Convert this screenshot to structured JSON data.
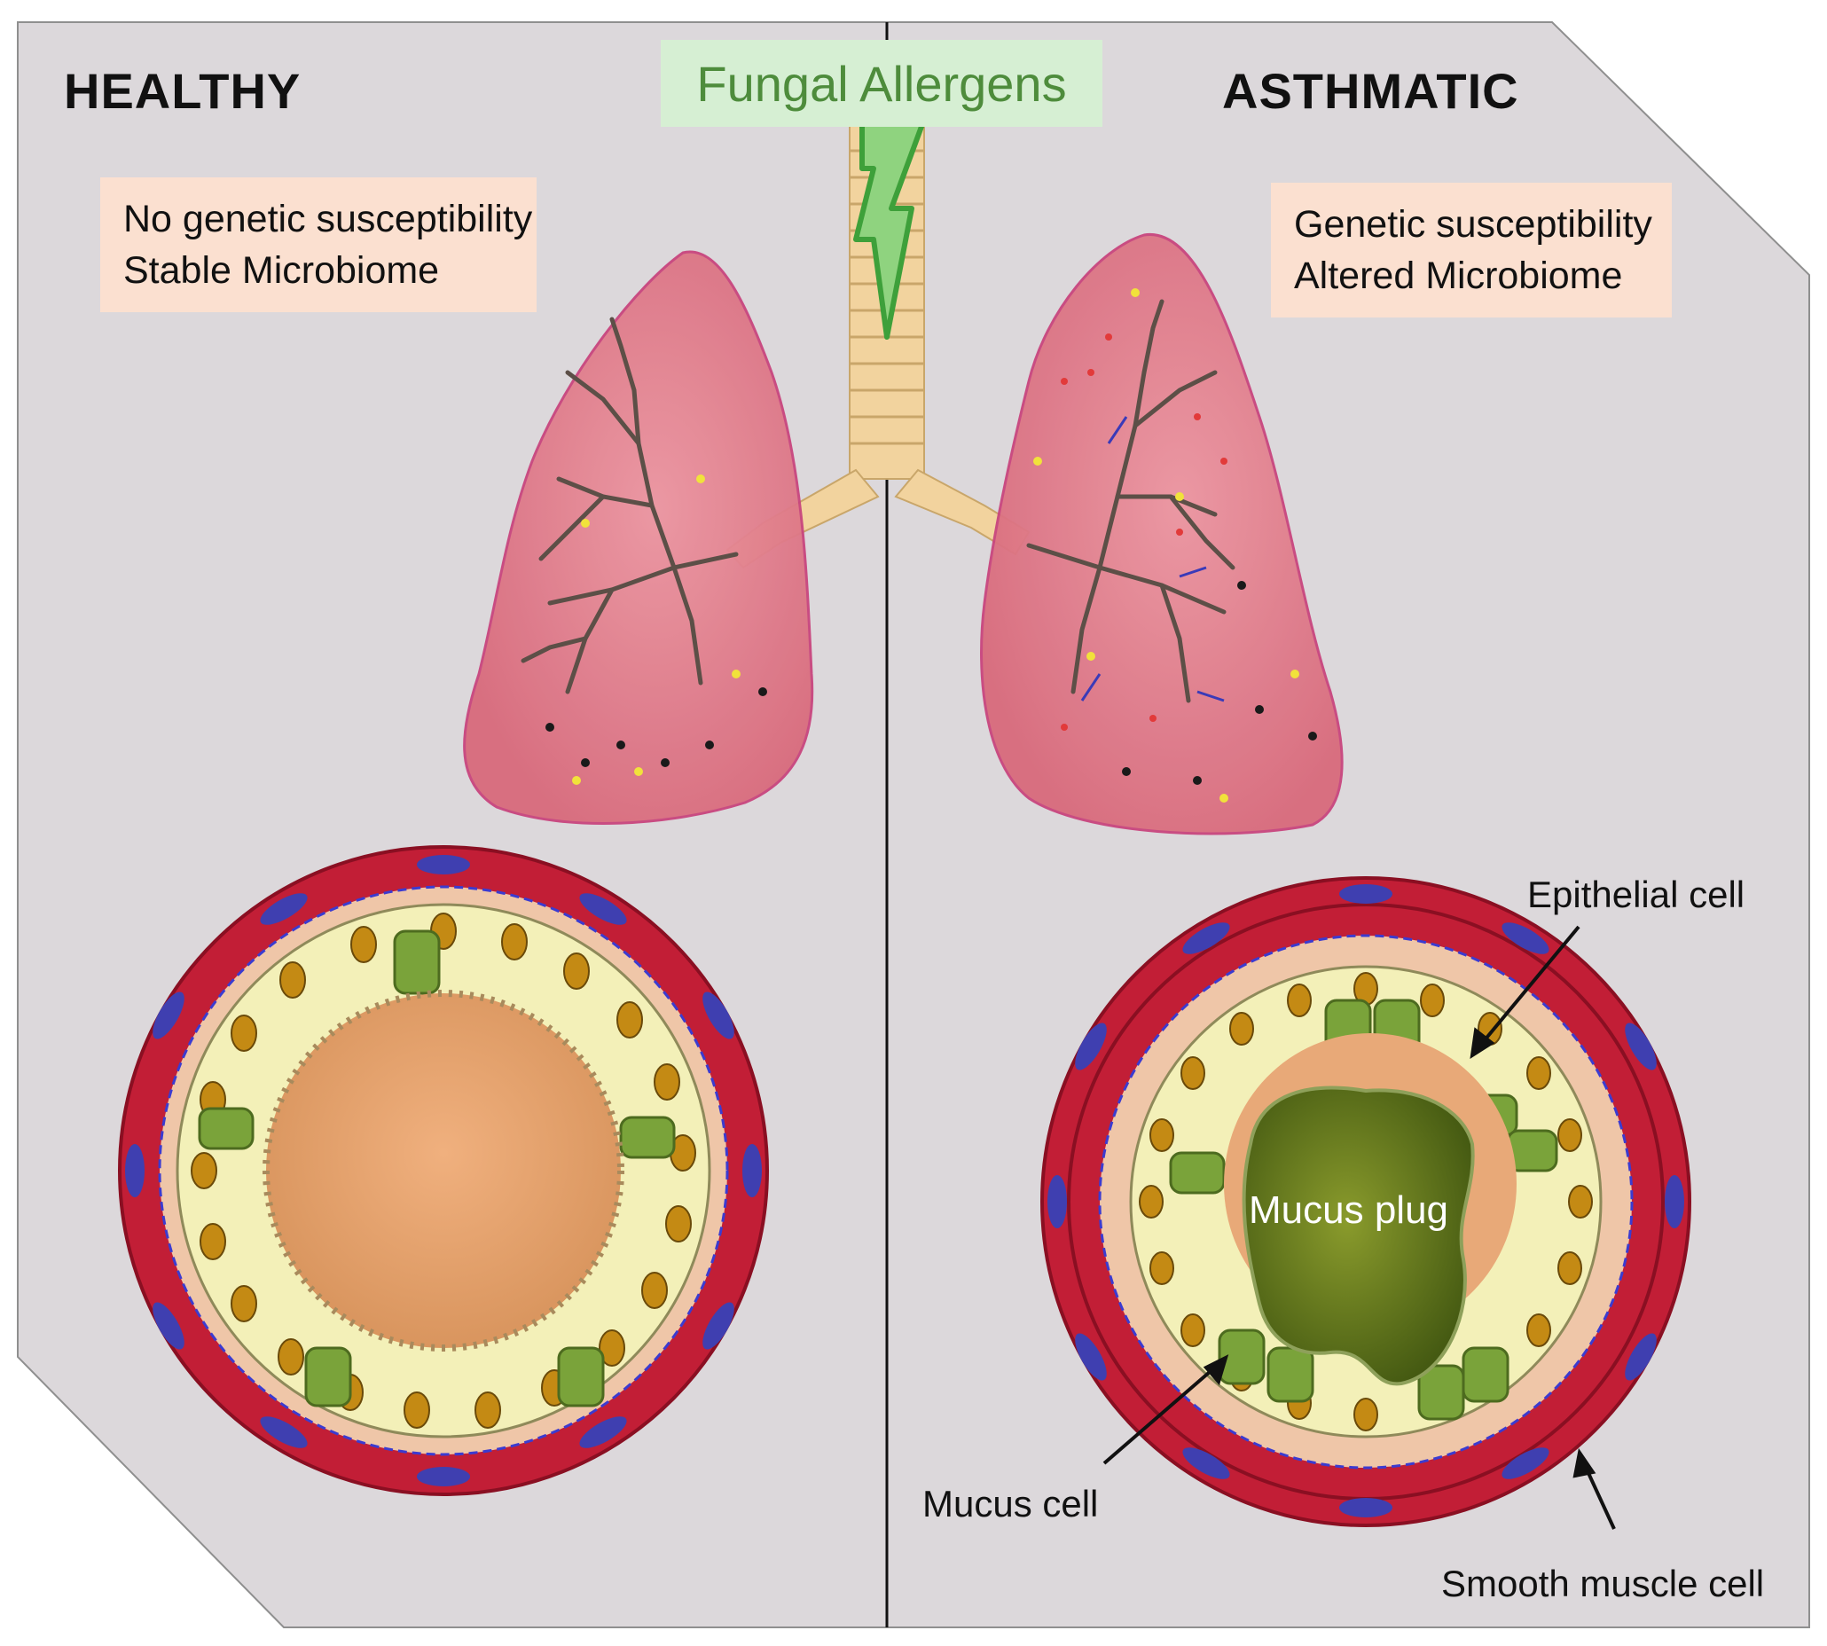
{
  "allergen_label": "Fungal Allergens",
  "healthy": {
    "heading": "HEALTHY",
    "factors": [
      "No genetic susceptibility",
      "Stable Microbiome"
    ]
  },
  "asthmatic": {
    "heading": "ASTHMATIC",
    "factors": [
      "Genetic susceptibility",
      "Altered Microbiome"
    ]
  },
  "callouts": {
    "epithelial_cell": "Epithelial cell",
    "mucus_plug": "Mucus plug",
    "mucus_cell": "Mucus cell",
    "smooth_muscle_cell": "Smooth muscle cell"
  },
  "colors": {
    "background": "#dcd8db",
    "lung_tissue": "#e88b97",
    "lung_outline": "#c8457e",
    "airway_branch": "#5c4f47",
    "trachea": "#f2d39e",
    "lumen_healthy": "#e8a978",
    "mucus_plug": "#556b1c",
    "epithelium": "#f3f0b8",
    "goblet_cell": "#7aa33a",
    "smooth_muscle": "#c21e36",
    "smooth_muscle_nucleus": "#3f3fb0",
    "allergen_bolt": "#3ea03a"
  }
}
